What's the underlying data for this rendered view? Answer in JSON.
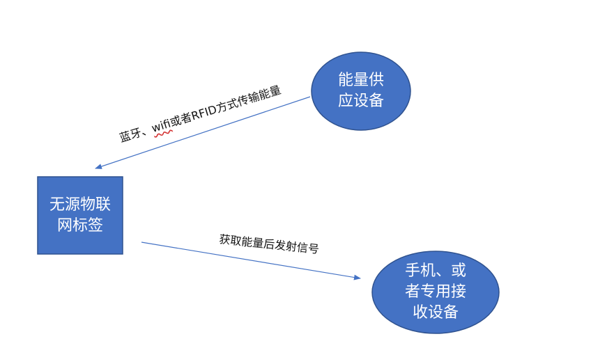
{
  "colors": {
    "node_fill": "#4472c4",
    "node_stroke": "#2f528f",
    "edge": "#4472c4",
    "label_text": "#111111",
    "spell_underline": "#d32f2f"
  },
  "nodes": {
    "energy_supply": {
      "line1": "能量供",
      "line2": "应设备"
    },
    "passive_tag": {
      "line1": "无源物联",
      "line2": "网标签"
    },
    "receiver": {
      "line1": "手机、或",
      "line2": "者专用接",
      "line3": "收设备"
    }
  },
  "edges": {
    "energy_transfer": {
      "label_pre": "蓝牙、",
      "label_wavy": "wifi",
      "label_post": "或者RFID方式传输能量"
    },
    "signal_emit": {
      "label": "获取能量后发射信号"
    }
  }
}
